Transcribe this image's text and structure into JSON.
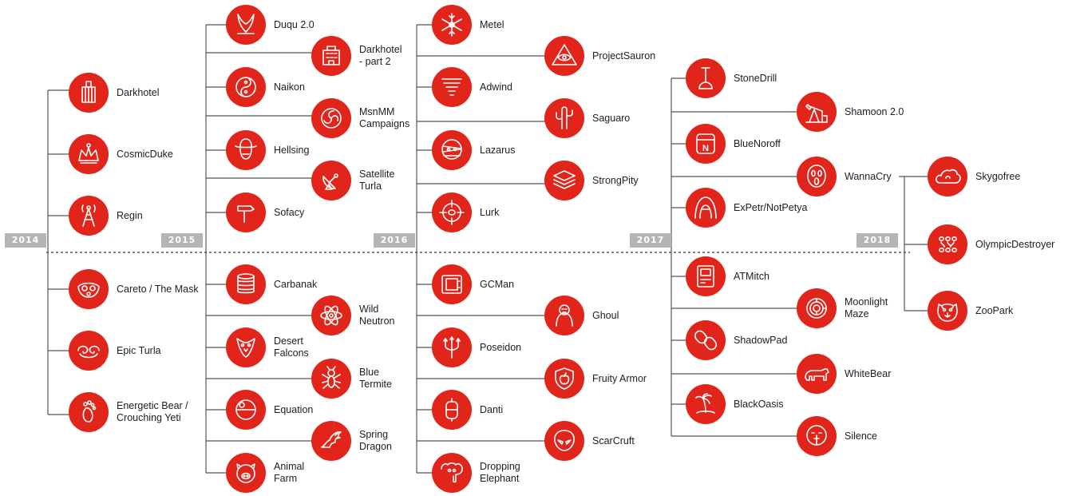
{
  "years": [
    "2014",
    "2015",
    "2016",
    "2017",
    "2018"
  ],
  "nodes": [
    {
      "id": "darkhotel",
      "label": "Darkhotel",
      "icon": "building-icon"
    },
    {
      "id": "cosmicduke",
      "label": "CosmicDuke",
      "icon": "crown-icon"
    },
    {
      "id": "regin",
      "label": "Regin",
      "icon": "antenna-tower-icon"
    },
    {
      "id": "careto",
      "label": "Careto / The Mask",
      "icon": "carnival-mask-icon"
    },
    {
      "id": "epicturla",
      "label": "Epic Turla",
      "icon": "snake-icon"
    },
    {
      "id": "energeticbear",
      "label": "Energetic Bear /\nCrouching Yeti",
      "icon": "footprint-icon"
    },
    {
      "id": "duqu2",
      "label": "Duqu 2.0",
      "icon": "horns-icon"
    },
    {
      "id": "darkhotel2",
      "label": "Darkhotel\n- part 2",
      "icon": "hotel-icon"
    },
    {
      "id": "naikon",
      "label": "Naikon",
      "icon": "yin-yang-icon"
    },
    {
      "id": "msnmm",
      "label": "MsnMM\nCampaigns",
      "icon": "swirl-icon"
    },
    {
      "id": "hellsing",
      "label": "Hellsing",
      "icon": "cowboy-icon"
    },
    {
      "id": "satturla",
      "label": "Satellite\nTurla",
      "icon": "satellite-dish-icon"
    },
    {
      "id": "sofacy",
      "label": "Sofacy",
      "icon": "hammer-icon"
    },
    {
      "id": "carbanak",
      "label": "Carbanak",
      "icon": "coin-stack-icon"
    },
    {
      "id": "wildneutron",
      "label": "Wild\nNeutron",
      "icon": "atom-icon"
    },
    {
      "id": "desertfalcons",
      "label": "Desert\nFalcons",
      "icon": "falcon-icon"
    },
    {
      "id": "bluetermite",
      "label": "Blue\nTermite",
      "icon": "termite-icon"
    },
    {
      "id": "equation",
      "label": "Equation",
      "icon": "death-star-icon"
    },
    {
      "id": "springdragon",
      "label": "Spring\nDragon",
      "icon": "dragon-icon"
    },
    {
      "id": "animalfarm",
      "label": "Animal\nFarm",
      "icon": "pig-icon"
    },
    {
      "id": "metel",
      "label": "Metel",
      "icon": "snowflake-icon"
    },
    {
      "id": "projectsauron",
      "label": "ProjectSauron",
      "icon": "eye-pyramid-icon"
    },
    {
      "id": "adwind",
      "label": "Adwind",
      "icon": "tornado-icon"
    },
    {
      "id": "saguaro",
      "label": "Saguaro",
      "icon": "cactus-icon"
    },
    {
      "id": "lazarus",
      "label": "Lazarus",
      "icon": "mummy-icon"
    },
    {
      "id": "strongpity",
      "label": "StrongPity",
      "icon": "layers-icon"
    },
    {
      "id": "lurk",
      "label": "Lurk",
      "icon": "crosshair-icon"
    },
    {
      "id": "gcman",
      "label": "GCMan",
      "icon": "safe-icon"
    },
    {
      "id": "ghoul",
      "label": "Ghoul",
      "icon": "ghoul-icon"
    },
    {
      "id": "poseidon",
      "label": "Poseidon",
      "icon": "trident-icon"
    },
    {
      "id": "fruityarmor",
      "label": "Fruity Armor",
      "icon": "apple-shield-icon"
    },
    {
      "id": "danti",
      "label": "Danti",
      "icon": "lantern-icon"
    },
    {
      "id": "scarcruft",
      "label": "ScarCruft",
      "icon": "alien-mask-icon"
    },
    {
      "id": "droppingelephant",
      "label": "Dropping\nElephant",
      "icon": "elephant-icon"
    },
    {
      "id": "stonedrill",
      "label": "StoneDrill",
      "icon": "drill-icon"
    },
    {
      "id": "shamoon2",
      "label": "Shamoon 2.0",
      "icon": "oil-pump-icon"
    },
    {
      "id": "bluenoroff",
      "label": "BlueNoroff",
      "icon": "masked-face-icon"
    },
    {
      "id": "wannacry",
      "label": "WannaCry",
      "icon": "scream-mask-icon"
    },
    {
      "id": "expetr",
      "label": "ExPetr/NotPetya",
      "icon": "hooded-figure-icon"
    },
    {
      "id": "atmitch",
      "label": "ATMitch",
      "icon": "atm-icon"
    },
    {
      "id": "moonlightmaze",
      "label": "Moonlight\nMaze",
      "icon": "maze-icon"
    },
    {
      "id": "shadowpad",
      "label": "ShadowPad",
      "icon": "chain-link-icon"
    },
    {
      "id": "whitebear",
      "label": "WhiteBear",
      "icon": "bear-icon"
    },
    {
      "id": "blackoasis",
      "label": "BlackOasis",
      "icon": "palm-island-icon"
    },
    {
      "id": "silence",
      "label": "Silence",
      "icon": "shush-face-icon"
    },
    {
      "id": "skygofree",
      "label": "Skygofree",
      "icon": "cloud-icon"
    },
    {
      "id": "olympicdestroyer",
      "label": "OlympicDestroyer",
      "icon": "olympic-rings-icon"
    },
    {
      "id": "zoopark",
      "label": "ZooPark",
      "icon": "tiger-icon"
    }
  ],
  "colors": {
    "accent": "#e1251b",
    "line": "#555555",
    "year_band": "#b4b4b4",
    "text": "#1e1e1e"
  }
}
